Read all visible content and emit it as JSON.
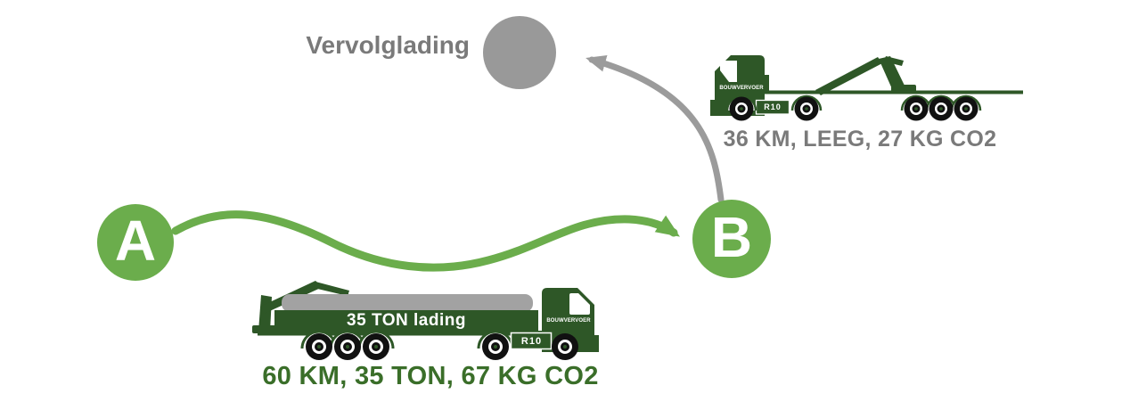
{
  "nodes": {
    "origin": {
      "label": "A"
    },
    "destination": {
      "label": "B"
    },
    "followup": {
      "label": "Vervolglading"
    }
  },
  "legs": {
    "loaded": {
      "caption": "60 KM, 35 TON, 67 KG CO2",
      "truck": {
        "brand": "BOUWVERVOER",
        "plate": "R10",
        "load_label": "35 TON lading"
      }
    },
    "empty": {
      "caption": "36 KM, LEEG, 27 KG CO2",
      "truck": {
        "brand": "BOUWVERVOER",
        "plate": "R10"
      }
    }
  },
  "icons": {
    "loaded_truck": "flatbed-truck-with-crane-loaded-icon",
    "empty_truck": "flatbed-truck-with-crane-empty-icon"
  },
  "colors": {
    "accent_green": "#6bad4c",
    "truck_dark_green": "#2e5727",
    "caption_green": "#3a6e29",
    "node_gray": "#999999",
    "text_gray": "#7a7a7a"
  }
}
